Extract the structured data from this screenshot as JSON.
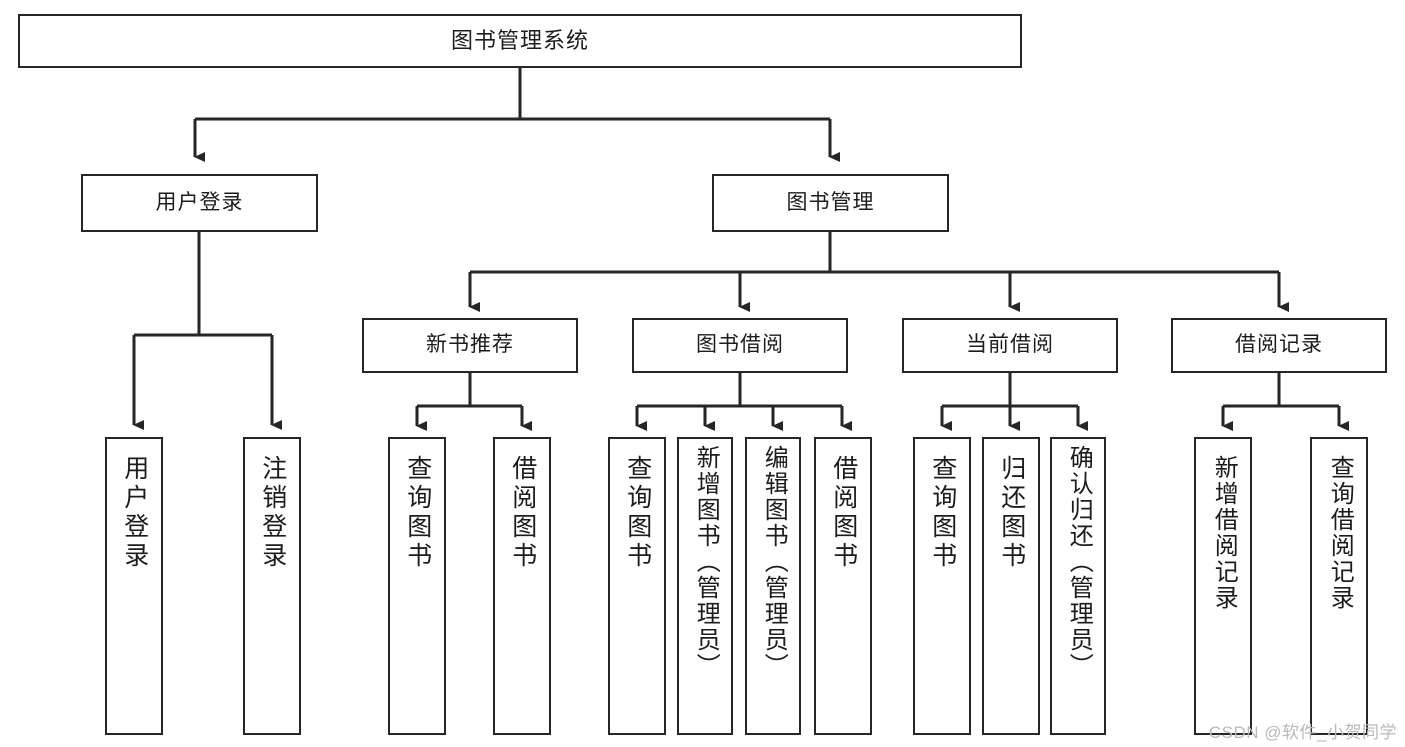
{
  "diagram": {
    "title": "图书管理系统",
    "type": "tree",
    "watermark": "CSDN @软件_小贺同学",
    "colors": {
      "box_border": "#262626",
      "box_fill": "#ffffff",
      "connector": "#262626",
      "text": "#1c1c1c",
      "watermark": "#b9b9b9"
    },
    "nodes": {
      "root": {
        "label": "图书管理系统",
        "level": 1
      },
      "level2": [
        {
          "id": "user-login",
          "label": "用户登录"
        },
        {
          "id": "book-manage",
          "label": "图书管理"
        }
      ],
      "level3": [
        {
          "id": "new-book-recommend",
          "label": "新书推荐",
          "parent": "book-manage"
        },
        {
          "id": "book-borrow",
          "label": "图书借阅",
          "parent": "book-manage"
        },
        {
          "id": "current-borrow",
          "label": "当前借阅",
          "parent": "book-manage"
        },
        {
          "id": "borrow-record",
          "label": "借阅记录",
          "parent": "book-manage"
        }
      ],
      "leaves": [
        {
          "id": "leaf-user-login",
          "label": "用户登录",
          "parent": "user-login"
        },
        {
          "id": "leaf-user-logout",
          "label": "注销登录",
          "parent": "user-login"
        },
        {
          "id": "leaf-query-book-1",
          "label": "查询图书",
          "parent": "new-book-recommend"
        },
        {
          "id": "leaf-borrow-book-1",
          "label": "借阅图书",
          "parent": "new-book-recommend"
        },
        {
          "id": "leaf-query-book-2",
          "label": "查询图书",
          "parent": "book-borrow"
        },
        {
          "id": "leaf-add-book",
          "label": "新增图书（管理员）",
          "parent": "book-borrow"
        },
        {
          "id": "leaf-edit-book",
          "label": "编辑图书（管理员）",
          "parent": "book-borrow"
        },
        {
          "id": "leaf-borrow-book-2",
          "label": "借阅图书",
          "parent": "book-borrow"
        },
        {
          "id": "leaf-query-book-3",
          "label": "查询图书",
          "parent": "current-borrow"
        },
        {
          "id": "leaf-return-book",
          "label": "归还图书",
          "parent": "current-borrow"
        },
        {
          "id": "leaf-confirm-return",
          "label": "确认归还（管理员）",
          "parent": "current-borrow"
        },
        {
          "id": "leaf-add-record",
          "label": "新增借阅记录",
          "parent": "borrow-record"
        },
        {
          "id": "leaf-query-record",
          "label": "查询借阅记录",
          "parent": "borrow-record"
        }
      ]
    }
  }
}
